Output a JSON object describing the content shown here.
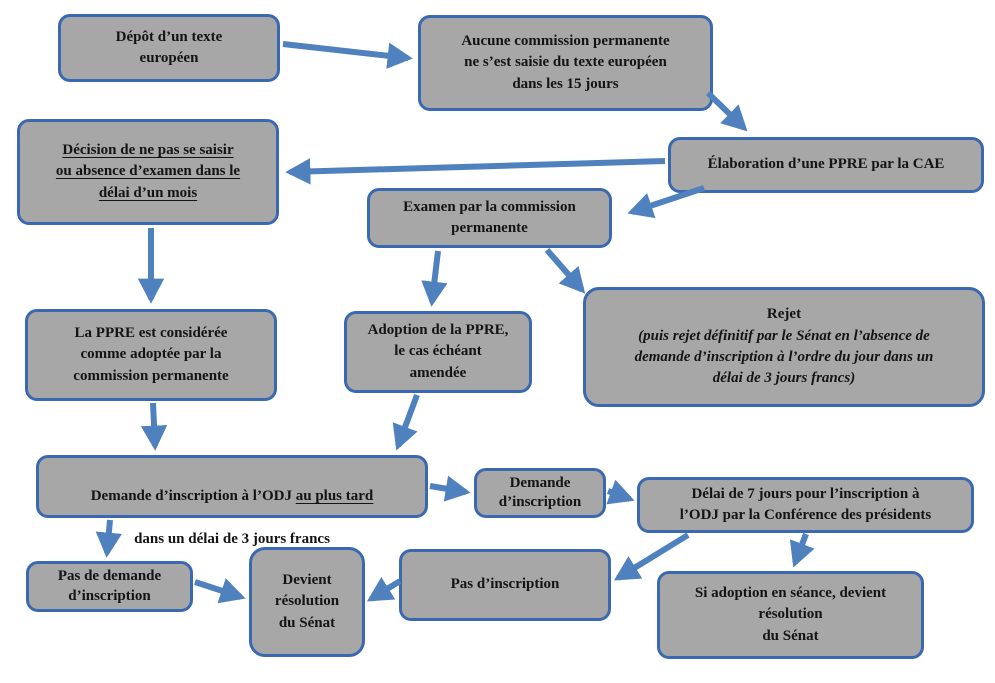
{
  "diagram": {
    "title_hint": "Procédure d’adoption d’une PPRE au Sénat",
    "colors": {
      "box_fill": "#A7A7A7",
      "box_border": "#3B69B0",
      "arrow": "#4E81BD",
      "text": "#141414"
    },
    "nodes": {
      "depot": {
        "text": "Dépôt d’un texte\neuropéen"
      },
      "aucune": {
        "text": "Aucune commission permanente\nne s’est saisie du texte européen\ndans les 15 jours"
      },
      "elaboration": {
        "text": "Élaboration d’une PPRE par la CAE"
      },
      "decision": {
        "text": "Décision de ne pas se saisir\nou absence d’examen  dans le\ndélai d’un mois"
      },
      "examen": {
        "text": "Examen par la commission\npermanente"
      },
      "consideree": {
        "text": "La PPRE est considérée\ncomme adoptée par la\ncommission permanente"
      },
      "adoption": {
        "text": "Adoption de la PPRE,\nle cas échéant\namendée"
      },
      "rejet": {
        "title": "Rejet",
        "detail": "(puis rejet définitif par le Sénat en l’absence de\ndemande d’inscription à l’ordre du jour dans un\ndélai de 3 jours francs)"
      },
      "odj": {
        "prefix": "Demande d’inscription à l’ODJ ",
        "underlined": "au plus tard",
        "line2": "dans un délai de 3 jours francs"
      },
      "demande": {
        "text": "Demande\nd’inscription"
      },
      "delai7": {
        "text": "Délai de 7 jours pour l’inscription à\nl’ODJ par la Conférence des présidents"
      },
      "pasdemande": {
        "text": "Pas de demande\nd’inscription"
      },
      "devient": {
        "text": "Devient\nrésolution\ndu Sénat"
      },
      "pasinscription": {
        "text": "Pas d’inscription"
      },
      "siadoption": {
        "text": "Si adoption en séance, devient\nrésolution\ndu Sénat"
      }
    }
  }
}
